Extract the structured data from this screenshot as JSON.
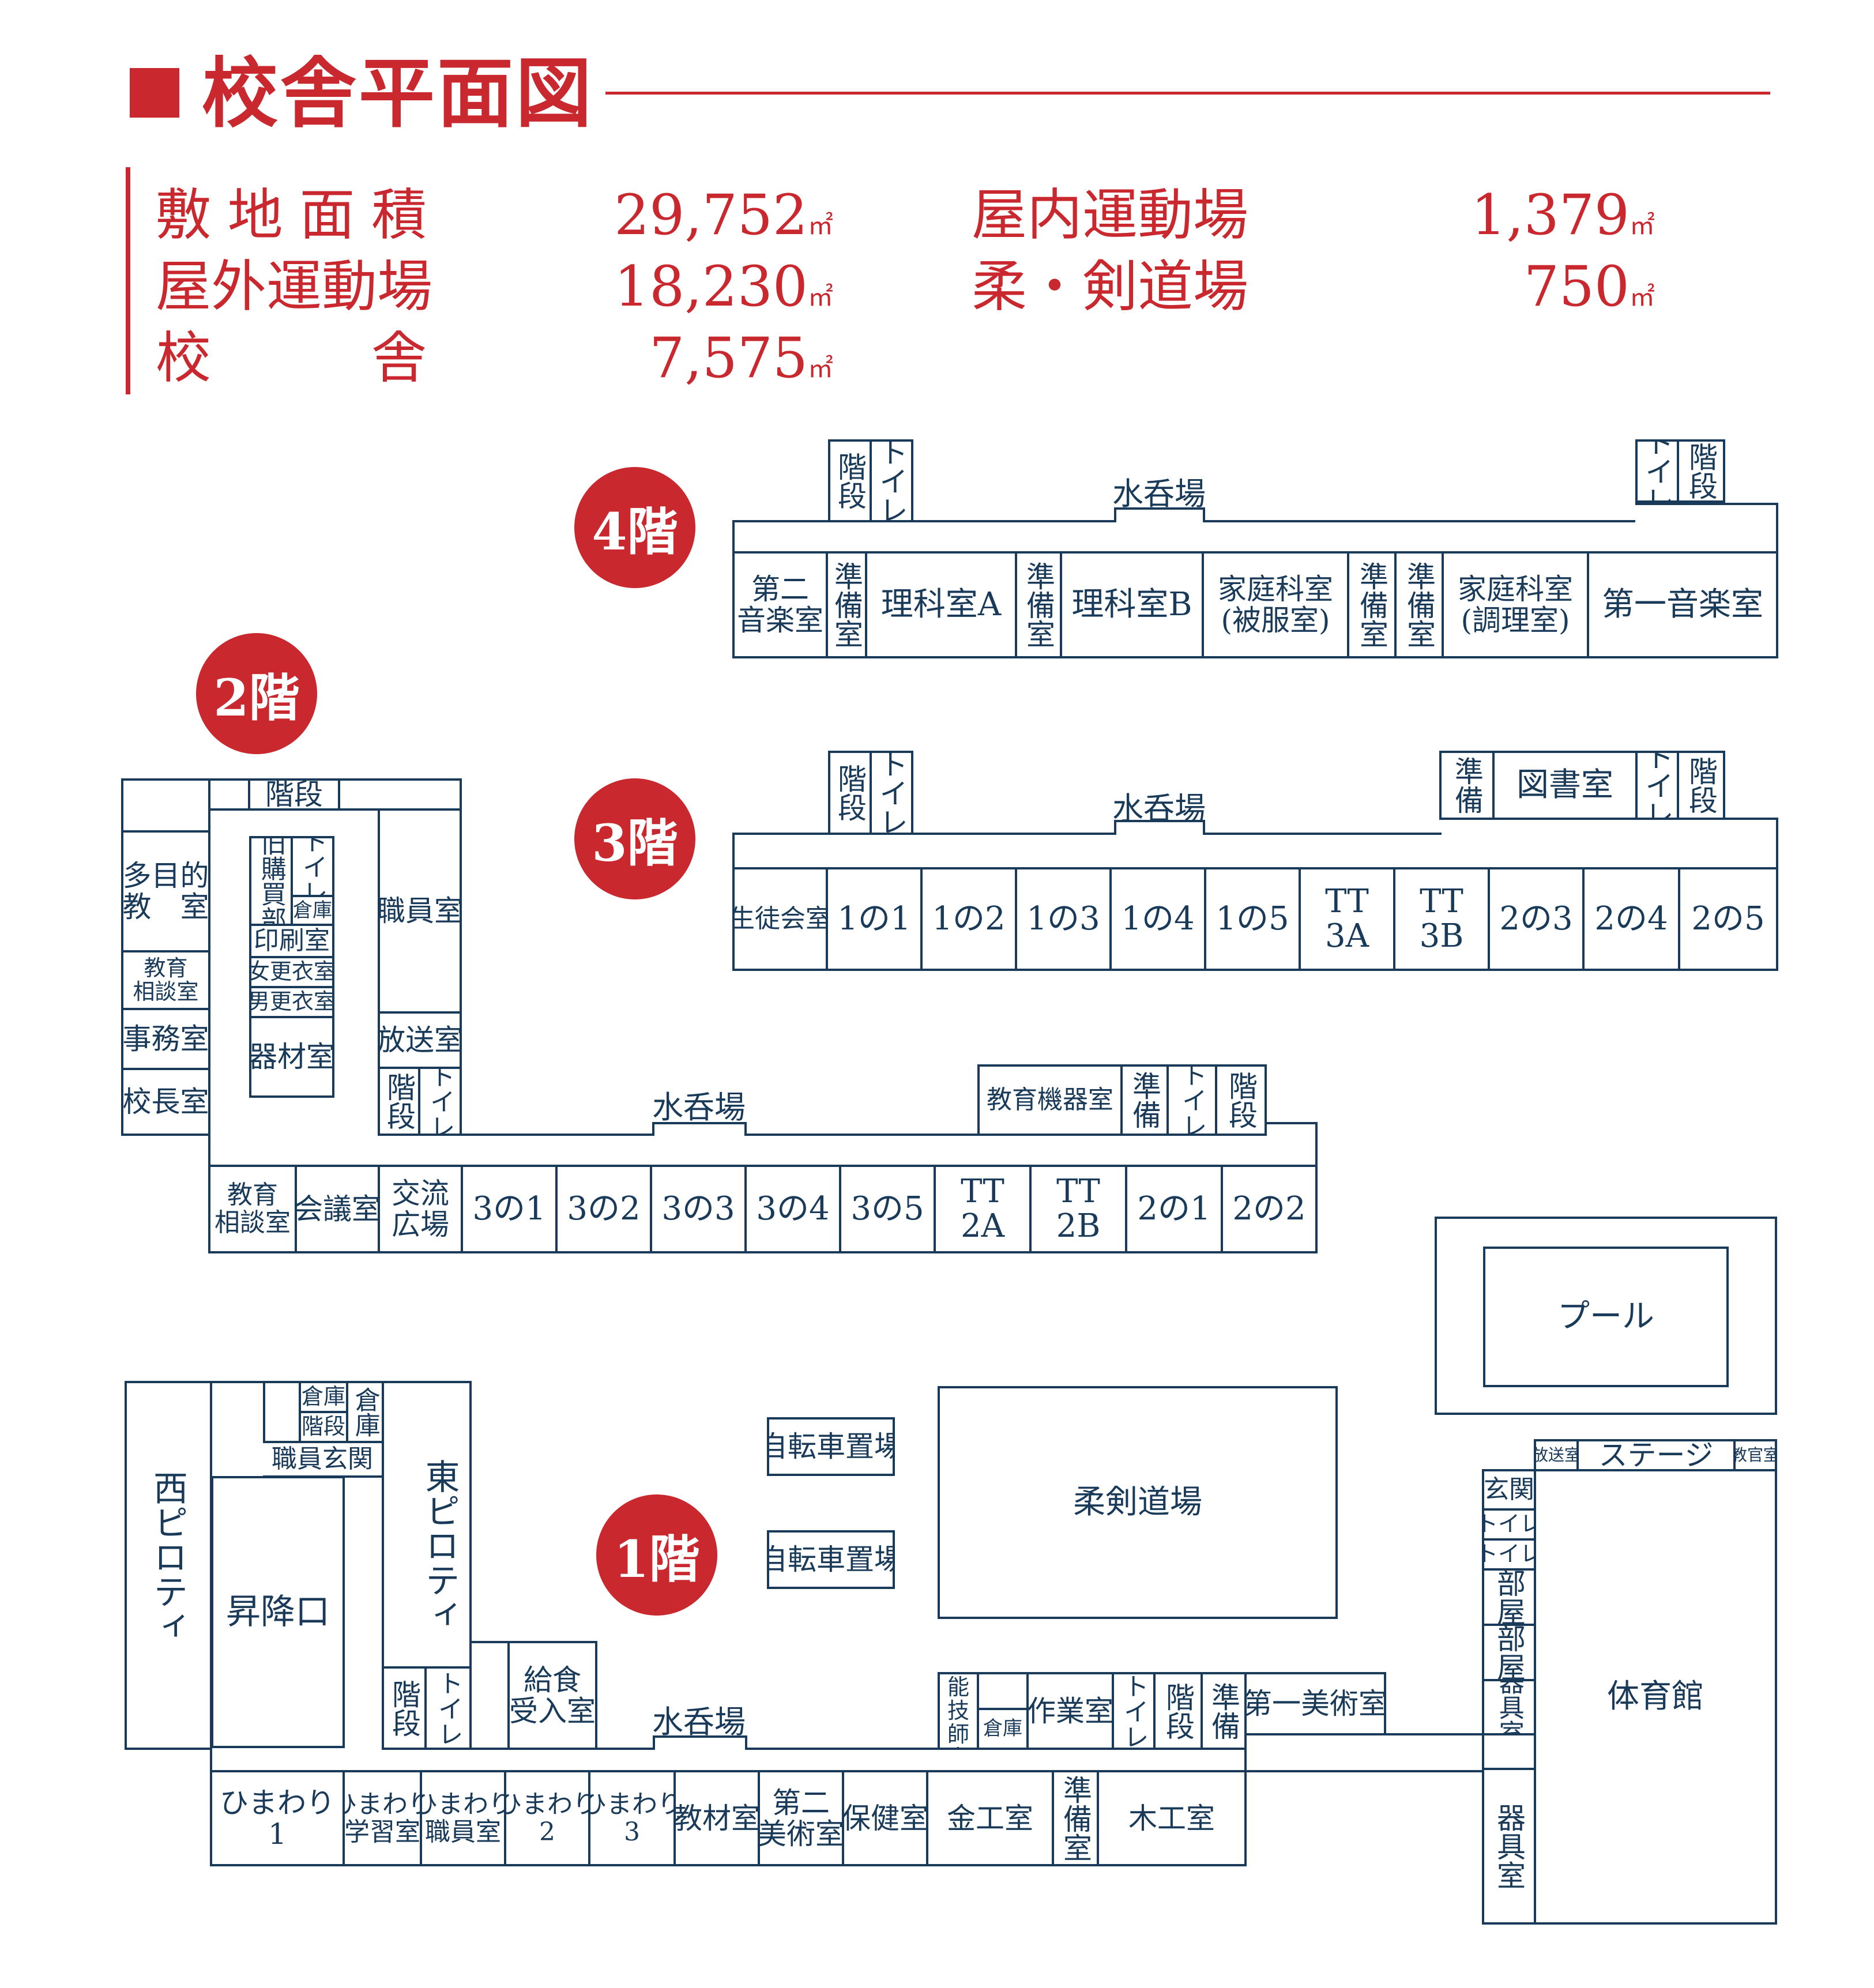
{
  "title": "校舎平面図",
  "stats": [
    {
      "label": "敷地面積",
      "value": "29,752",
      "unit": "㎡"
    },
    {
      "label": "屋外運動場",
      "value": "18,230",
      "unit": "㎡"
    },
    {
      "label": "校舎",
      "value": "7,575",
      "unit": "㎡"
    },
    {
      "label": "屋内運動場",
      "value": "1,379",
      "unit": "㎡"
    },
    {
      "label": "柔・剣道場",
      "value": "750",
      "unit": "㎡"
    }
  ],
  "floors": {
    "f4": {
      "label": "4階",
      "stairs_l": "階段",
      "toilet_l": "トイレ",
      "sink": "水呑場",
      "toilet_r": "トイレ",
      "stairs_r": "階段",
      "rooms": [
        "第二\n音楽室",
        "準備室",
        "理科室A",
        "準備室",
        "理科室B",
        "家庭科室\n(被服室)",
        "準備室",
        "準備室",
        "家庭科室\n(調理室)",
        "第一音楽室"
      ]
    },
    "f3": {
      "label": "3階",
      "stairs_l": "階段",
      "toilet_l": "トイレ",
      "sink": "水呑場",
      "prep": "準備",
      "library": "図書室",
      "toilet_r": "トイレ",
      "stairs_r": "階段",
      "rooms": [
        "生徒会室",
        "1の1",
        "1の2",
        "1の3",
        "1の4",
        "1の5",
        "TT\n3A",
        "TT\n3B",
        "2の3",
        "2の4",
        "2の5"
      ]
    },
    "f2": {
      "label": "2階",
      "stairs_top": "階段",
      "multipurpose": "多目的\n教　室",
      "counseling_w": "教育\n相談室",
      "office": "事務室",
      "principal": "校長室",
      "old_store": "旧購買部",
      "toilet_in": "トイレ",
      "storage_small": "倉庫",
      "printing": "印刷室",
      "women_locker": "女更衣室",
      "men_locker": "男更衣室",
      "equipment": "器材室",
      "staff": "職員室",
      "broadcast": "放送室",
      "stairs_mid": "階段",
      "toilet_mid": "トイレ",
      "sink": "水呑場",
      "edu_equipment": "教育機器室",
      "prep": "準備",
      "toilet_r": "トイレ",
      "stairs_r": "階段",
      "rooms": [
        "教育\n相談室",
        "会議室",
        "交流\n広場",
        "3の1",
        "3の2",
        "3の3",
        "3の4",
        "3の5",
        "TT\n2A",
        "TT\n2B",
        "2の1",
        "2の2"
      ]
    },
    "f1": {
      "label": "1階",
      "west_pilotis": "西ピロティ",
      "lift_entrance": "昇降口",
      "storage_a": "倉庫",
      "stairs_a": "階段",
      "storage_b": "倉庫",
      "staff_entrance": "職員玄関",
      "east_pilotis": "東ピロティ",
      "stairs_b": "階段",
      "toilet_b": "トイレ",
      "lunch": "給食\n受入室",
      "sink": "水呑場",
      "bike1": "自転車置場",
      "bike2": "自転車置場",
      "dojo": "柔剣道場",
      "tech_room": "技能技師室",
      "tech_store": "倉庫",
      "workshop": "作業室",
      "toilet_c": "トイレ",
      "stairs_c": "階段",
      "prep_c": "準備",
      "art1": "第一美術室",
      "rooms": [
        "ひまわり\n1",
        "ひまわり\n学習室",
        "ひまわり\n職員室",
        "ひまわり\n2",
        "ひまわり\n3",
        "教材室",
        "第二\n美術室",
        "保健室",
        "金工室",
        "準備室",
        "木工室"
      ],
      "pool": "プール",
      "broadcast": "放送室",
      "stage": "ステージ",
      "teacher_room": "教官室",
      "gym_entrance": "玄関",
      "gym_toilet1": "トイレ",
      "gym_toilet2": "トイレ",
      "gym_room1": "部屋",
      "gym_room2": "部屋",
      "gym_store": "器具室",
      "gym": "体育館",
      "gym_equip": "器具室"
    }
  }
}
